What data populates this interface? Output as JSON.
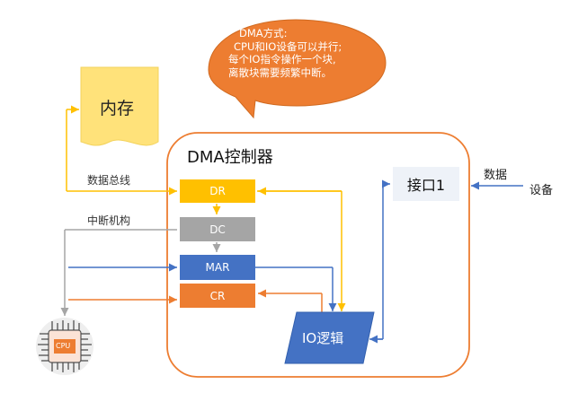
{
  "speech_bubble": {
    "lines": [
      "DMA方式:",
      "CPU和IO设备可以并行;",
      "每个IO指令操作一个块,",
      "离散块需要频繁中断。"
    ]
  },
  "memory": {
    "label": "内存"
  },
  "dma_controller": {
    "title": "DMA控制器"
  },
  "registers": {
    "dr": "DR",
    "dc": "DC",
    "mar": "MAR",
    "cr": "CR"
  },
  "io_logic": {
    "label": "IO逻辑"
  },
  "interface": {
    "label": "接口1"
  },
  "labels": {
    "data_bus": "数据总线",
    "interrupt": "中断机构",
    "data": "数据",
    "device": "设备"
  },
  "cpu": {
    "label": "CPU"
  },
  "colors": {
    "bubble": "#ED7D31",
    "memory": "#FFE27A",
    "dr": "#FFC000",
    "dc": "#A5A5A5",
    "mar": "#4472C4",
    "cr": "#ED7D31",
    "io_logic": "#4472C4",
    "interface_bg": "#EEF2F8",
    "data_bus_line": "#FFC000",
    "interrupt_line": "#A5A5A5"
  }
}
